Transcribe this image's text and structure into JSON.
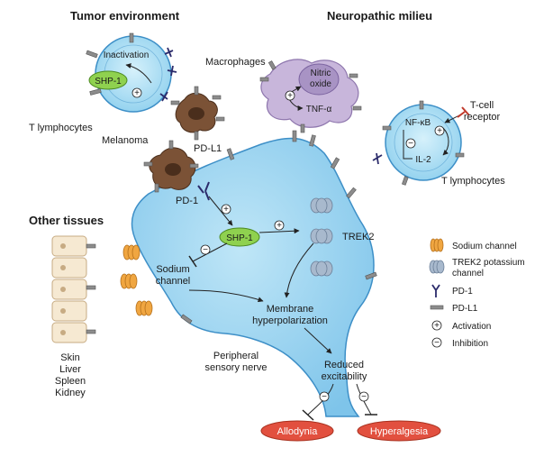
{
  "headings": {
    "tumor": "Tumor environment",
    "neuropathic": "Neuropathic milieu",
    "other": "Other tissues"
  },
  "tumor_cell": {
    "inactivation": "Inactivation",
    "shp1": "SHP-1",
    "label": "T lymphocytes"
  },
  "melanoma": {
    "label": "Melanoma",
    "pdl1": "PD-L1",
    "pd1": "PD-1"
  },
  "macrophage": {
    "label": "Macrophages",
    "nitric_1": "Nitric",
    "nitric_2": "oxide",
    "tnf": "TNF-α"
  },
  "tcell_right": {
    "receptor_1": "T-cell",
    "receptor_2": "receptor",
    "nfkb": "NF-κB",
    "il2": "IL-2",
    "label": "T lymphocytes"
  },
  "neuron": {
    "shp1": "SHP-1",
    "trek2": "TREK2",
    "sodium_1": "Sodium",
    "sodium_2": "channel",
    "membrane_1": "Membrane",
    "membrane_2": "hyperpolarization",
    "peripheral_1": "Peripheral",
    "peripheral_2": "sensory nerve",
    "reduced_1": "Reduced",
    "reduced_2": "excitability"
  },
  "tissues": [
    "Skin",
    "Liver",
    "Spleen",
    "Kidney"
  ],
  "outcomes": {
    "allodynia": "Allodynia",
    "hyperalgesia": "Hyperalgesia"
  },
  "signs": {
    "plus": "+",
    "minus": "−"
  },
  "legend": {
    "sodium": "Sodium channel",
    "trek2_1": "TREK2 potassium",
    "trek2_2": "channel",
    "pd1": "PD-1",
    "pdl1": "PD-L1",
    "activation": "Activation",
    "inhibition": "Inhibition"
  },
  "colors": {
    "cell_blue": "#a9dcf3",
    "cell_stroke": "#3d8fc7",
    "shp1_green": "#8fd14f",
    "macrophage": "#c8b6db",
    "melanoma": "#7b5236",
    "sodium": "#f0a641",
    "trek2": "#a8b9cd",
    "outcome_red": "#e2503f"
  }
}
